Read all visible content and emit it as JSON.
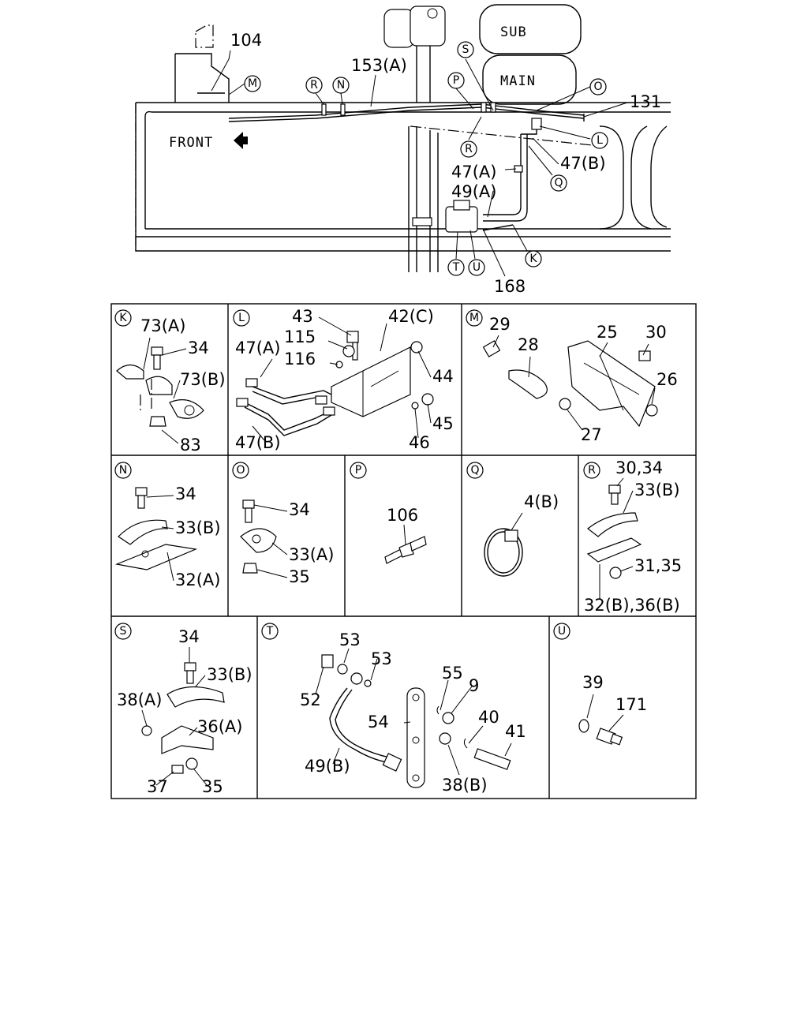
{
  "main": {
    "front": "FRONT",
    "tank_sub": "SUB",
    "tank_main": "MAIN",
    "labels": {
      "p104": "104",
      "p153a": "153(A)",
      "p131": "131",
      "p47a": "47(A)",
      "p47b": "47(B)",
      "p49a": "49(A)",
      "p168": "168"
    },
    "markers": [
      "M",
      "R",
      "N",
      "S",
      "P",
      "O",
      "L",
      "Q",
      "K",
      "T",
      "U"
    ]
  },
  "panels": {
    "K": {
      "id": "K",
      "labels": [
        "73(A)",
        "34",
        "73(B)",
        "83"
      ]
    },
    "L": {
      "id": "L",
      "labels": [
        "43",
        "42(C)",
        "115",
        "116",
        "47(A)",
        "44",
        "45",
        "46",
        "47(B)"
      ]
    },
    "M": {
      "id": "M",
      "labels": [
        "29",
        "28",
        "25",
        "30",
        "26",
        "27"
      ]
    },
    "N": {
      "id": "N",
      "labels": [
        "34",
        "33(B)",
        "32(A)"
      ]
    },
    "O": {
      "id": "O",
      "labels": [
        "34",
        "33(A)",
        "35"
      ]
    },
    "P": {
      "id": "P",
      "labels": [
        "106"
      ]
    },
    "Q": {
      "id": "Q",
      "labels": [
        "4(B)"
      ]
    },
    "R": {
      "id": "R",
      "labels": [
        "30,34",
        "33(B)",
        "31,35",
        "32(B),36(B)"
      ]
    },
    "S": {
      "id": "S",
      "labels": [
        "34",
        "33(B)",
        "38(A)",
        "36(A)",
        "37",
        "35"
      ]
    },
    "T": {
      "id": "T",
      "labels": [
        "53",
        "53",
        "55",
        "9",
        "52",
        "54",
        "40",
        "41",
        "49(B)",
        "38(B)"
      ]
    },
    "U": {
      "id": "U",
      "labels": [
        "39",
        "171"
      ]
    }
  }
}
